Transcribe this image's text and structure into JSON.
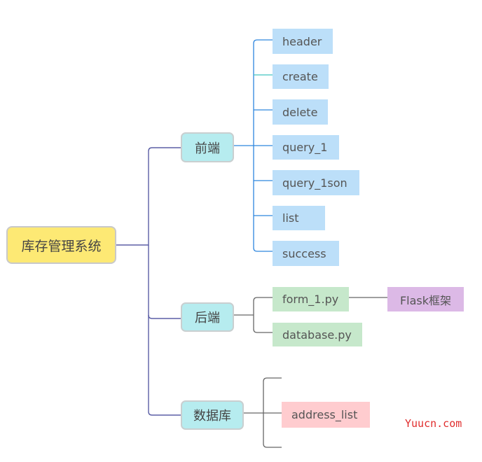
{
  "diagram": {
    "root": {
      "label": "库存管理系统"
    },
    "branches": {
      "frontend": {
        "label": "前端",
        "children": [
          "header",
          "create",
          "delete",
          "query_1",
          "query_1son",
          "list",
          "success"
        ]
      },
      "backend": {
        "label": "后端",
        "children": [
          "form_1.py",
          "database.py"
        ],
        "form_note": "Flask框架"
      },
      "database": {
        "label": "数据库",
        "children": [
          "address_list"
        ]
      }
    },
    "colors": {
      "root_fill": "#fde974",
      "branch_fill": "#b6ecef",
      "frontend_leaf_fill": "#bcdff9",
      "backend_leaf_fill": "#c6e8cb",
      "database_leaf_fill": "#ffcccf",
      "note_fill": "#dcb9e6",
      "frontend_line": "#2e86de",
      "backend_line": "#666666",
      "root_line": "#5b5ea6"
    }
  },
  "watermark": "Yuucn.com"
}
